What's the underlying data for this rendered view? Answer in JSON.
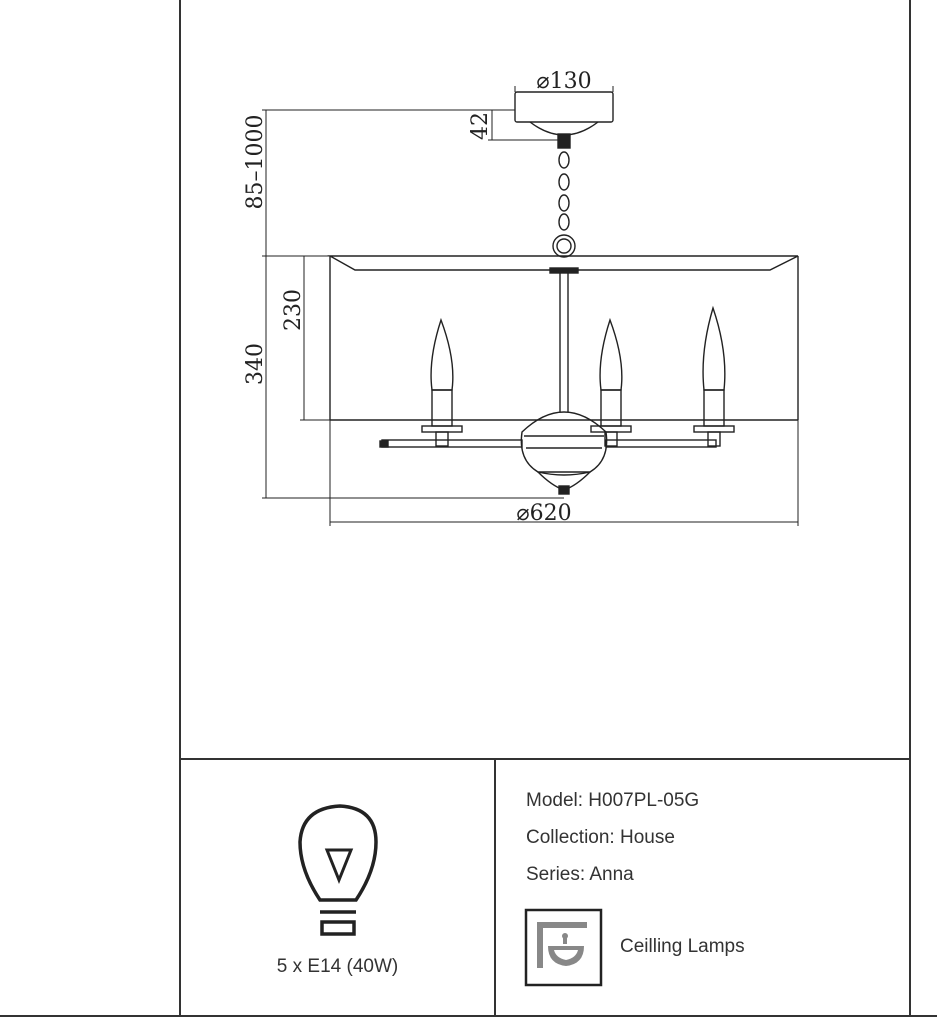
{
  "dimensions": {
    "canopy_diameter": "⌀130",
    "canopy_height": "42",
    "chain_length": "85–1000",
    "shade_height": "230",
    "body_height": "340",
    "shade_diameter": "⌀620"
  },
  "bulb": {
    "label": "5 x E14 (40W)",
    "icon": "light-bulb-icon"
  },
  "info": {
    "model": "Model: H007PL-05G",
    "collection": "Collection: House",
    "series": "Series: Anna"
  },
  "type": {
    "label": "Ceilling Lamps",
    "icon": "ceiling-lamp-icon"
  }
}
